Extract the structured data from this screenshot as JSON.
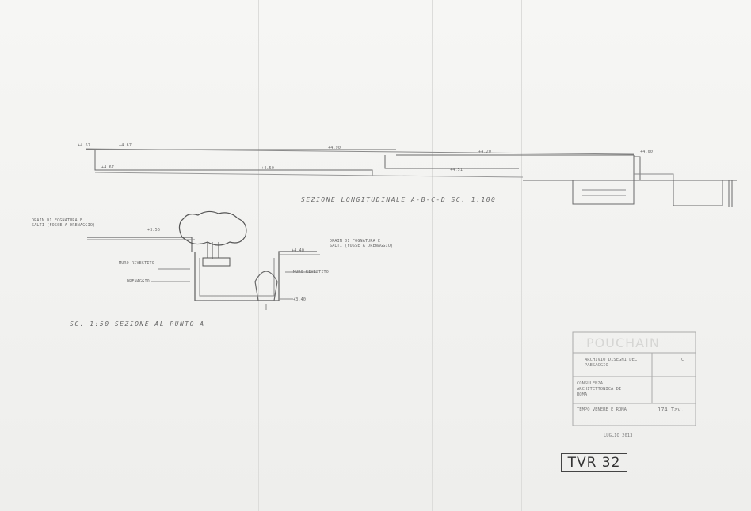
{
  "drawing": {
    "long_section_title": "SEZIONE LONGITUDINALE A-B-C-D   SC. 1:100",
    "cross_section_title": "SC. 1:50  SEZIONE AL PUNTO A",
    "labels": {
      "left_pipe_note": "DRAIN DI FOGNATURA E\nSALTI (FOSSE A DRENAGGIO)",
      "right_pipe_note": "DRAIN DI FOGNATURA E\nSALTI (FOSSE A DRENAGGIO)",
      "muro_left": "MURO RIVESTITO",
      "drenaggio": "DRENAGGIO",
      "muro_right": "MURO RIVESTITO"
    },
    "elevations": {
      "e1": "+4.67",
      "e2": "+4.67",
      "e3": "+4.90",
      "e4": "+4.67",
      "e5": "+4.50",
      "e6": "+4.20",
      "e7": "+4.00",
      "e8": "+4.51",
      "e9": "+3.56",
      "e10": "+4.40",
      "e11": "+3.40"
    }
  },
  "title_block": {
    "brand": "POUCHAIN",
    "row1_left": "ARCHIVIO DISEGNI DEL\nPAESAGGIO",
    "row1_right": "C",
    "row2_left": "CONSULENZA\nARCHITETTONICA DI\nROMA",
    "row3_left": "TEMPO VENERE E ROMA",
    "row3_right": "174 Tav.",
    "date": "LUGLIO 2013"
  },
  "sheet_code": "TVR 32"
}
